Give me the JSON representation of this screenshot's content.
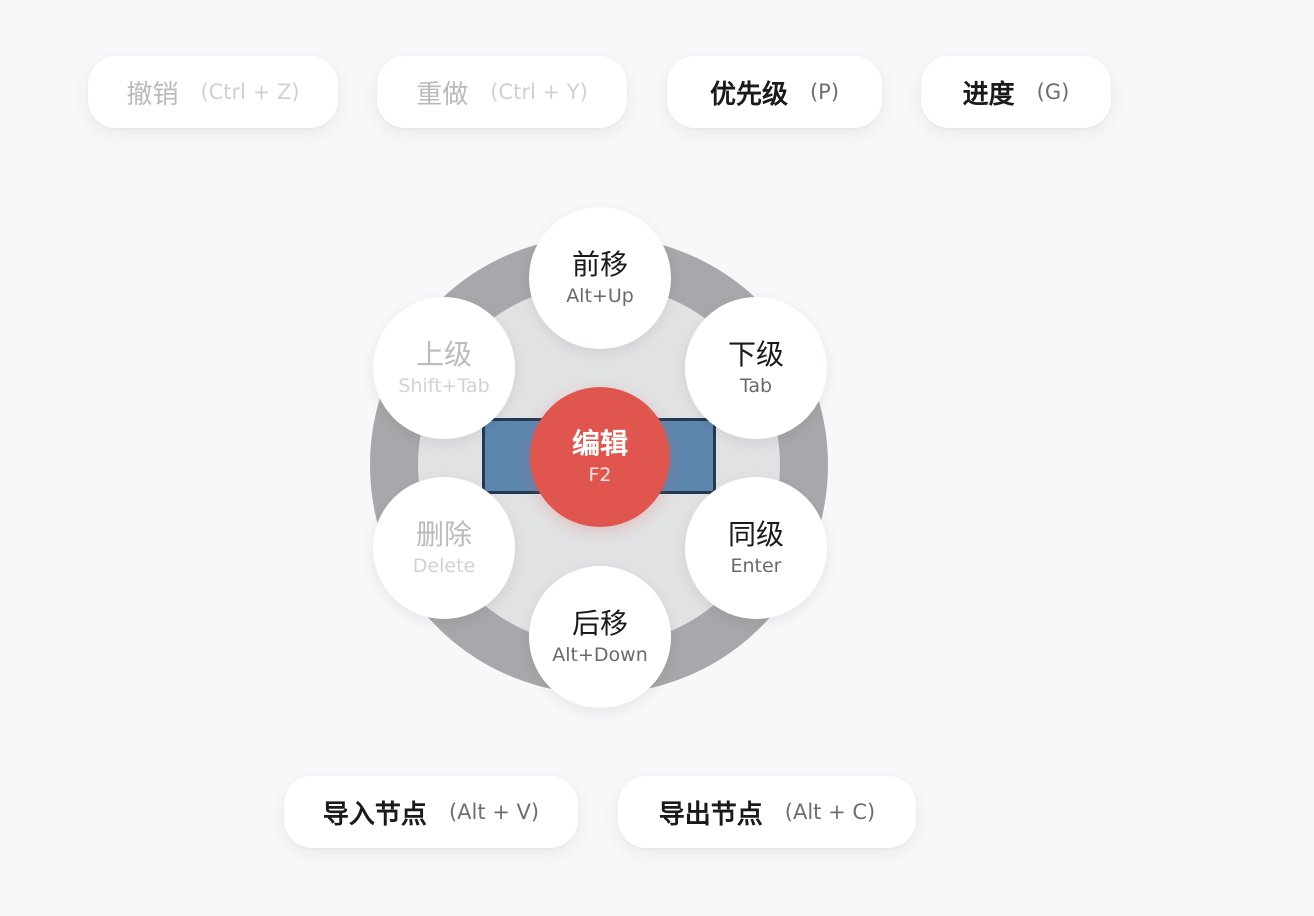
{
  "toolbar_top": {
    "undo": {
      "label": "撤销",
      "shortcut": "(Ctrl + Z)"
    },
    "redo": {
      "label": "重做",
      "shortcut": "(Ctrl + Y)"
    },
    "priority": {
      "label": "优先级",
      "shortcut": "(P)"
    },
    "progress": {
      "label": "进度",
      "shortcut": "(G)"
    }
  },
  "radial_menu": {
    "center": {
      "label": "编辑",
      "shortcut": "F2"
    },
    "move_up": {
      "label": "前移",
      "shortcut": "Alt+Up"
    },
    "child": {
      "label": "下级",
      "shortcut": "Tab"
    },
    "sibling": {
      "label": "同级",
      "shortcut": "Enter"
    },
    "move_down": {
      "label": "后移",
      "shortcut": "Alt+Down"
    },
    "delete": {
      "label": "删除",
      "shortcut": "Delete"
    },
    "parent": {
      "label": "上级",
      "shortcut": "Shift+Tab"
    }
  },
  "toolbar_bottom": {
    "import": {
      "label": "导入节点",
      "shortcut": "(Alt + V)"
    },
    "export": {
      "label": "导出节点",
      "shortcut": "(Alt + C)"
    }
  },
  "colors": {
    "background": "#f7f8fa",
    "center_button": "#e0554e",
    "selected_node": "#5d86ae",
    "ring": "#a7a8ab"
  }
}
